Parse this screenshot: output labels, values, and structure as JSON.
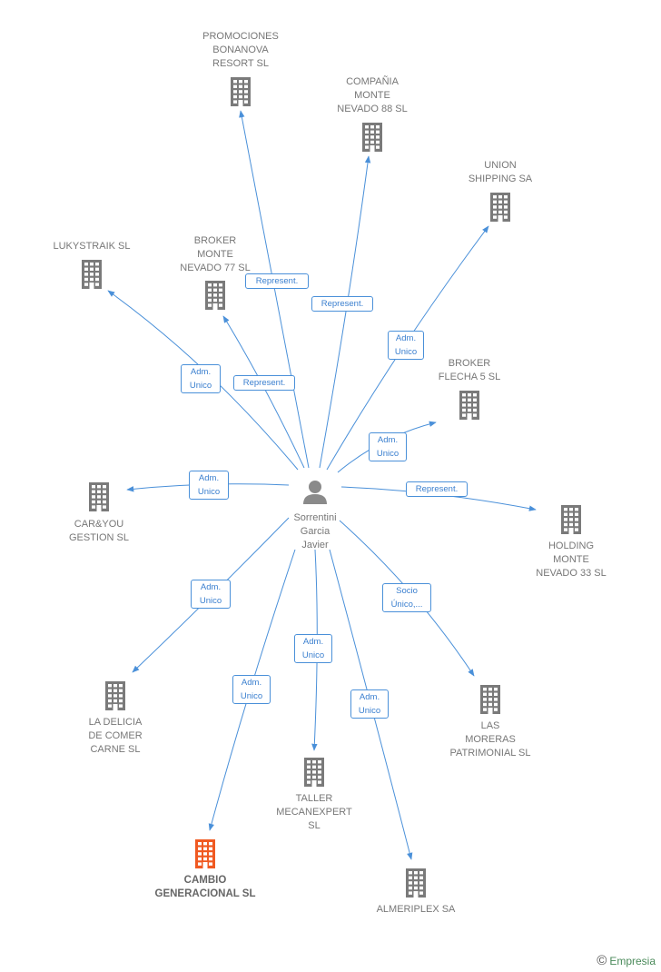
{
  "colors": {
    "edge": "#4a90d9",
    "building": "#7a7a7a",
    "building_highlight": "#f05a22",
    "person": "#8a8a8a"
  },
  "person": {
    "name": "Sorrentini\nGarcia\nJavier",
    "icon": "person-icon"
  },
  "companies": [
    {
      "id": "promociones",
      "name": "PROMOCIONES\nBONANOVA\nRESORT SL",
      "icon": "building-icon"
    },
    {
      "id": "compania",
      "name": "COMPAÑIA\nMONTE\nNEVADO 88 SL",
      "icon": "building-icon"
    },
    {
      "id": "union",
      "name": "UNION\nSHIPPING SA",
      "icon": "building-icon"
    },
    {
      "id": "lukystraik",
      "name": "LUKYSTRAIK SL",
      "icon": "building-icon"
    },
    {
      "id": "broker77",
      "name": "BROKER\nMONTE\nNEVADO 77 SL",
      "icon": "building-icon"
    },
    {
      "id": "broker5",
      "name": "BROKER\nFLECHA 5 SL",
      "icon": "building-icon"
    },
    {
      "id": "caryou",
      "name": "CAR&YOU\nGESTION SL",
      "icon": "building-icon"
    },
    {
      "id": "holding",
      "name": "HOLDING\nMONTE\nNEVADO 33 SL",
      "icon": "building-icon"
    },
    {
      "id": "ladelicia",
      "name": "LA DELICIA\nDE COMER\nCARNE SL",
      "icon": "building-icon"
    },
    {
      "id": "lasmoreras",
      "name": "LAS\nMORERAS\nPATRIMONIAL SL",
      "icon": "building-icon"
    },
    {
      "id": "taller",
      "name": "TALLER\nMECANEXPERT\nSL",
      "icon": "building-icon"
    },
    {
      "id": "cambio",
      "name": "CAMBIO\nGENERACIONAL SL",
      "icon": "building-icon",
      "highlight": true
    },
    {
      "id": "almeriplex",
      "name": "ALMERIPLEX SA",
      "icon": "building-icon"
    }
  ],
  "relations": [
    {
      "to": "promociones",
      "label": "Represent."
    },
    {
      "to": "compania",
      "label": "Represent."
    },
    {
      "to": "union",
      "label": "Adm.\nUnico"
    },
    {
      "to": "lukystraik",
      "label": "Adm.\nUnico"
    },
    {
      "to": "broker77",
      "label": "Represent."
    },
    {
      "to": "broker5",
      "label": "Adm.\nUnico"
    },
    {
      "to": "caryou",
      "label": "Adm.\nUnico"
    },
    {
      "to": "holding",
      "label": "Represent."
    },
    {
      "to": "ladelicia",
      "label": "Adm.\nUnico"
    },
    {
      "to": "lasmoreras",
      "label": "Socio\nÚnico,..."
    },
    {
      "to": "taller",
      "label": "Adm.\nUnico"
    },
    {
      "to": "cambio",
      "label": "Adm.\nUnico"
    },
    {
      "to": "almeriplex",
      "label": "Adm.\nUnico"
    }
  ],
  "footer": {
    "copyright": "©",
    "brand": "Empresia"
  }
}
